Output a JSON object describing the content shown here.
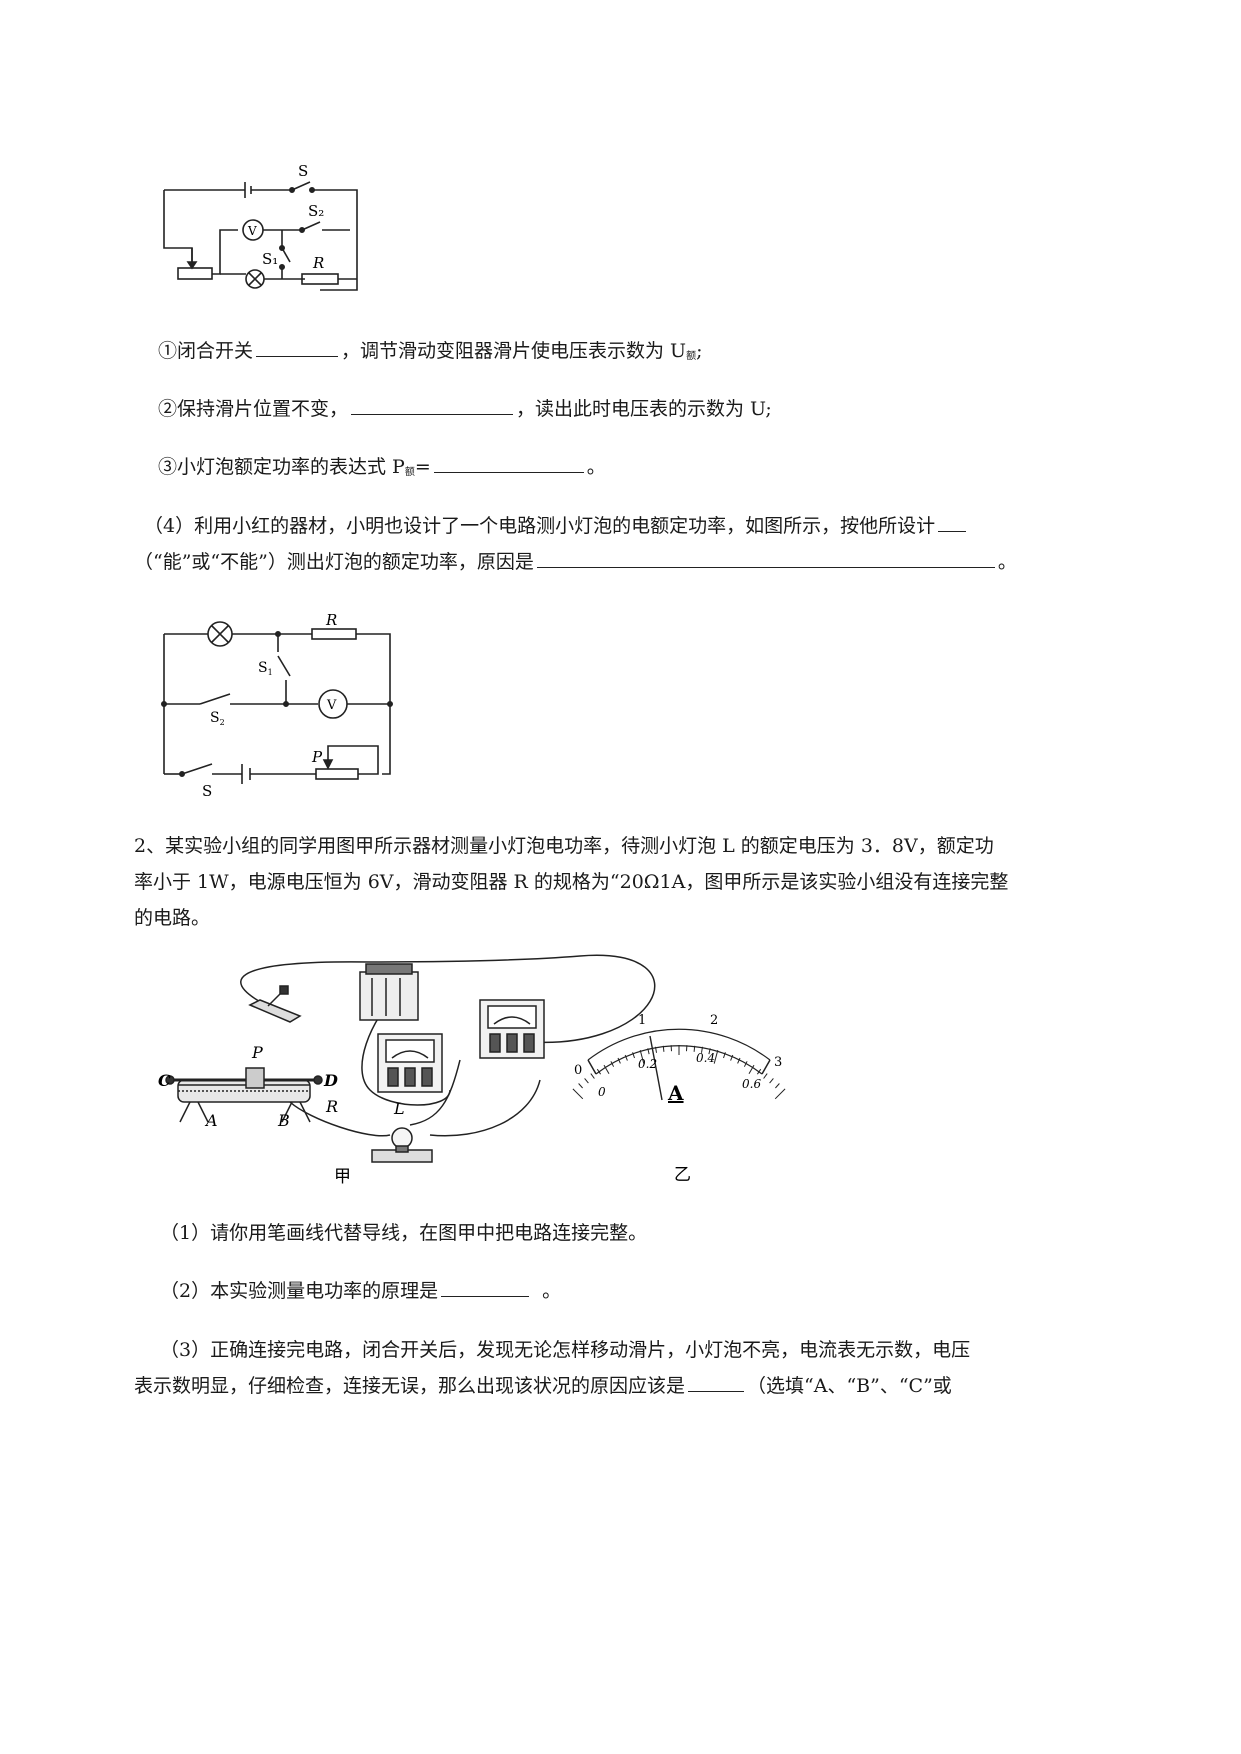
{
  "circuit1": {
    "labels": {
      "s": "S",
      "s2": "S₂",
      "s1": "S₁",
      "r": "R",
      "v": "V"
    }
  },
  "step1": {
    "pre": "①闭合开关",
    "post": "，调节滑动变阻器滑片使电压表示数为 U",
    "sub": "额",
    "end": ";"
  },
  "step2": {
    "pre": "②保持滑片位置不变，",
    "post": "，读出此时电压表的示数为 U;"
  },
  "step3": {
    "pre": "③小灯泡额定功率的表达式 P",
    "sub": "额",
    "eq": "=",
    "end": "。"
  },
  "q4": {
    "line1": "（4）利用小红的器材，小明也设计了一个电路测小灯泡的电额定功率，如图所示，按他所设计",
    "line2_pre": "（“能”或“不能”）测出灯泡的额定功率，原因是",
    "line2_end": "。"
  },
  "circuit2": {
    "labels": {
      "r": "R",
      "s1": "S",
      "s1sub": "1",
      "s2": "S",
      "s2sub": "2",
      "v": "V",
      "p": "P",
      "s": "S"
    }
  },
  "problem2": {
    "line1": "2、某实验小组的同学用图甲所示器材测量小灯泡电功率，待测小灯泡 L 的额定电压为 3．8V，额定功",
    "line2": "率小于 1W，电源电压恒为 6V，滑动变阻器 R 的规格为“20Ω1A，图甲所示是该实验小组没有连接完整",
    "line3": "的电路。"
  },
  "figure3": {
    "rheostat_labels": {
      "c": "C",
      "d": "D",
      "a": "A",
      "b": "B",
      "p": "P",
      "r": "R",
      "l": "L"
    },
    "caption_left": "甲",
    "caption_right": "乙",
    "meter_symbol": "A",
    "scale_top": [
      "0",
      "1",
      "2",
      "3"
    ],
    "scale_bottom": [
      "0",
      "0.2",
      "0.4",
      "0.6"
    ]
  },
  "sub1": "（1）请你用笔画线代替导线，在图甲中把电路连接完整。",
  "sub2": {
    "pre": "（2）本实验测量电功率的原理是",
    "end": "。"
  },
  "sub3": {
    "line1": "（3）正确连接完电路，闭合开关后，发现无论怎样移动滑片，小灯泡不亮，电流表无示数，电压",
    "line2_pre": "表示数明显，仔细检查，连接无误，那么出现该状况的原因应该是",
    "line2_post": "（选填“A、“B”、“C”或"
  }
}
